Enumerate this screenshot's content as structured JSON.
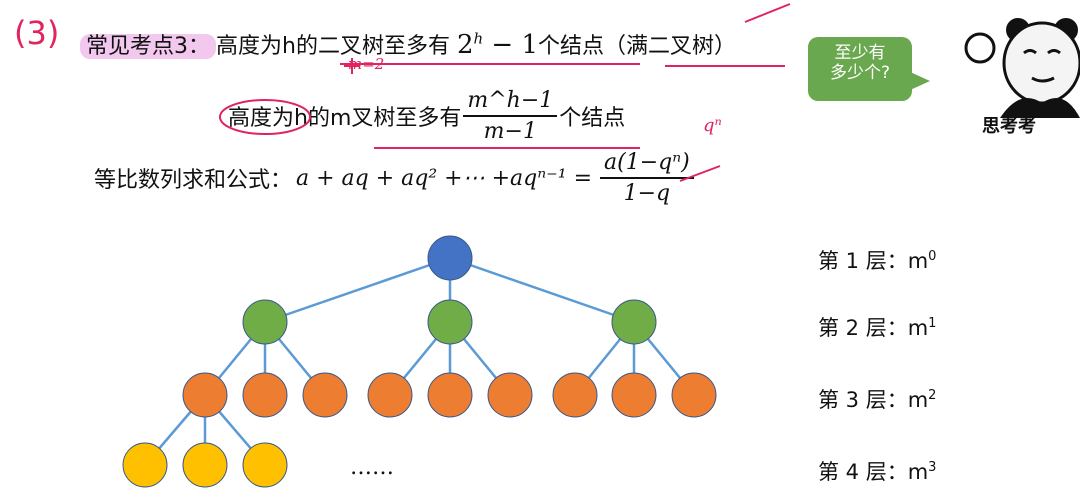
{
  "title_marker": "(3)",
  "lines": {
    "line1_label": "常见考点3：",
    "line1_text": "高度为h的二叉树至多有",
    "line1_formula_base": "2",
    "line1_formula_exp": "h",
    "line1_formula_rest": " − 1",
    "line1_suffix": "个结点（满二叉树）",
    "line1_ink_note": "m=2",
    "line2_text": "高度为h的m叉树至多有",
    "line2_num": "m^h−1",
    "line2_den": "m−1",
    "line2_suffix": "个结点",
    "line3_text": "等比数列求和公式：",
    "line3_formula": "a + aq + aq² +⋯ +aqⁿ⁻¹ =",
    "line3_num": "a(1−qⁿ)",
    "line3_den": "1−q",
    "line3_ink_note": "qⁿ"
  },
  "bubble": {
    "line1": "至少有",
    "line2": "多少个?"
  },
  "meme_caption": "思考考",
  "ellipsis": "……",
  "levels": [
    {
      "label": "第 1 层：m",
      "exp": "0"
    },
    {
      "label": "第 2 层：m",
      "exp": "1"
    },
    {
      "label": "第 3 层：m",
      "exp": "2"
    },
    {
      "label": "第 4 层：m",
      "exp": "3"
    }
  ],
  "colors": {
    "root": "#4472c4",
    "level2": "#70ad47",
    "level3": "#ed7d31",
    "level4": "#ffc000",
    "edge": "#5b9bd5",
    "ink": "#e0245e"
  }
}
